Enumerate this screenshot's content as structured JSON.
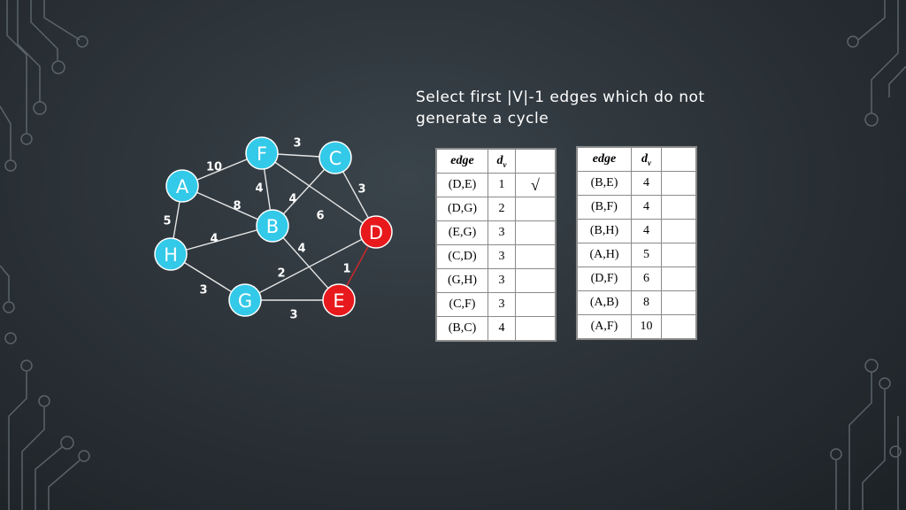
{
  "title": "Select first |V|-1 edges which do not generate a cycle",
  "colors": {
    "node": "#33c9e8",
    "highlight": "#e8191c",
    "edge": "#e6e6e6",
    "highlight_edge": "#d0272a"
  },
  "graph": {
    "nodes": [
      {
        "id": "A",
        "label": "A",
        "highlight": false
      },
      {
        "id": "F",
        "label": "F",
        "highlight": false
      },
      {
        "id": "C",
        "label": "C",
        "highlight": false
      },
      {
        "id": "B",
        "label": "B",
        "highlight": false
      },
      {
        "id": "D",
        "label": "D",
        "highlight": true
      },
      {
        "id": "H",
        "label": "H",
        "highlight": false
      },
      {
        "id": "G",
        "label": "G",
        "highlight": false
      },
      {
        "id": "E",
        "label": "E",
        "highlight": true
      }
    ],
    "edges": [
      {
        "from": "A",
        "to": "F",
        "weight": "10",
        "highlight": false
      },
      {
        "from": "F",
        "to": "C",
        "weight": "3",
        "highlight": false
      },
      {
        "from": "C",
        "to": "D",
        "weight": "3",
        "highlight": false
      },
      {
        "from": "A",
        "to": "B",
        "weight": "8",
        "highlight": false
      },
      {
        "from": "F",
        "to": "B",
        "weight": "4",
        "highlight": false
      },
      {
        "from": "C",
        "to": "B",
        "weight": "4",
        "highlight": false
      },
      {
        "from": "F",
        "to": "D",
        "weight": "6",
        "highlight": false
      },
      {
        "from": "A",
        "to": "H",
        "weight": "5",
        "highlight": false
      },
      {
        "from": "H",
        "to": "B",
        "weight": "4",
        "highlight": false
      },
      {
        "from": "B",
        "to": "E",
        "weight": "4",
        "highlight": false
      },
      {
        "from": "G",
        "to": "D",
        "weight": "2",
        "highlight": false
      },
      {
        "from": "D",
        "to": "E",
        "weight": "1",
        "highlight": true
      },
      {
        "from": "H",
        "to": "G",
        "weight": "3",
        "highlight": false
      },
      {
        "from": "G",
        "to": "E",
        "weight": "3",
        "highlight": false
      }
    ]
  },
  "table_left": {
    "headers": [
      "edge",
      "d",
      "v",
      ""
    ],
    "rows": [
      {
        "edge": "(D,E)",
        "dv": "1",
        "mark": "√"
      },
      {
        "edge": "(D,G)",
        "dv": "2",
        "mark": ""
      },
      {
        "edge": "(E,G)",
        "dv": "3",
        "mark": ""
      },
      {
        "edge": "(C,D)",
        "dv": "3",
        "mark": ""
      },
      {
        "edge": "(G,H)",
        "dv": "3",
        "mark": ""
      },
      {
        "edge": "(C,F)",
        "dv": "3",
        "mark": ""
      },
      {
        "edge": "(B,C)",
        "dv": "4",
        "mark": ""
      }
    ]
  },
  "table_right": {
    "headers": [
      "edge",
      "d",
      "v",
      ""
    ],
    "rows": [
      {
        "edge": "(B,E)",
        "dv": "4",
        "mark": ""
      },
      {
        "edge": "(B,F)",
        "dv": "4",
        "mark": ""
      },
      {
        "edge": "(B,H)",
        "dv": "4",
        "mark": ""
      },
      {
        "edge": "(A,H)",
        "dv": "5",
        "mark": ""
      },
      {
        "edge": "(D,F)",
        "dv": "6",
        "mark": ""
      },
      {
        "edge": "(A,B)",
        "dv": "8",
        "mark": ""
      },
      {
        "edge": "(A,F)",
        "dv": "10",
        "mark": ""
      }
    ]
  }
}
